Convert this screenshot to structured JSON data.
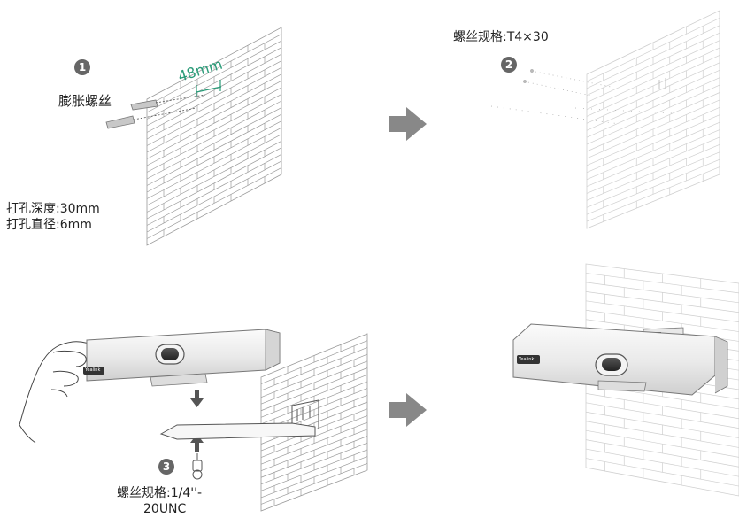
{
  "steps": {
    "step1": {
      "number": "1",
      "screw_label": "膨胀螺丝",
      "depth_marker": "48mm",
      "drill_depth": "打孔深度:30mm",
      "drill_diameter": "打孔直径:6mm"
    },
    "step2": {
      "number": "2",
      "screw_spec": "螺丝规格:T4×30"
    },
    "step3": {
      "number": "3",
      "screw_spec_line1": "螺丝规格:1/4''-",
      "screw_spec_line2": "20UNC"
    }
  },
  "device": {
    "logo_text": "Yealink"
  },
  "colors": {
    "accent": "#2a9b78",
    "arrow": "#888888",
    "badge": "#666666",
    "line": "#555555"
  }
}
